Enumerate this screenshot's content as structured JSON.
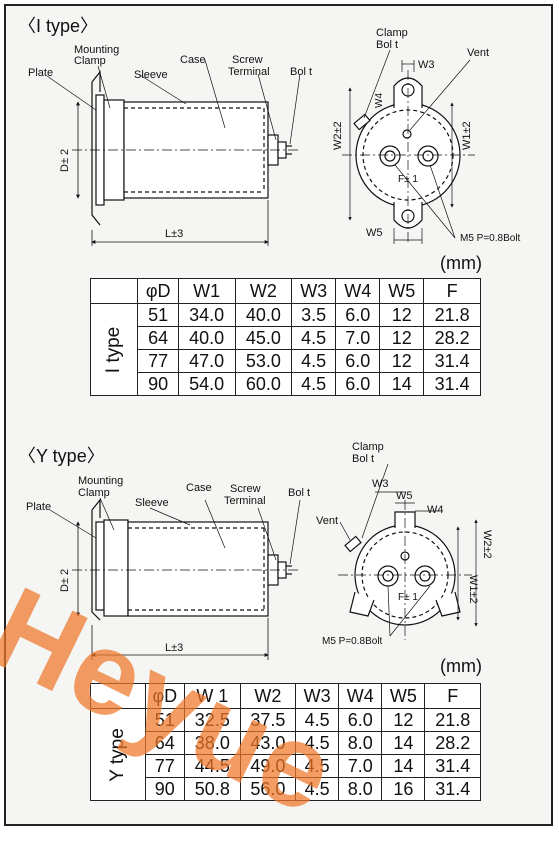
{
  "unit": "(mm)",
  "i_type": {
    "title": "〈I type〉",
    "labels": {
      "mounting_clamp": [
        "Mounting",
        "Clamp"
      ],
      "plate": "Plate",
      "sleeve": "Sleeve",
      "case": "Case",
      "screw_terminal": [
        "Screw",
        "Terminal"
      ],
      "bolt": "Bol t",
      "clamp_bolt": [
        "Clamp",
        "Bol t"
      ],
      "vent": "Vent",
      "w3": "W3",
      "w4": "W4",
      "w2": "W2±2",
      "w1": "W1±2",
      "w5": "W5",
      "f": "F± 1",
      "d": "D± 2",
      "l": "L±3",
      "bolt_spec": "M5 P=0.8Bolt"
    },
    "table": {
      "side_label": "I type",
      "headers": [
        "φD",
        "W1",
        "W2",
        "W3",
        "W4",
        "W5",
        "F"
      ],
      "rows": [
        [
          "51",
          "34.0",
          "40.0",
          "3.5",
          "6.0",
          "12",
          "21.8"
        ],
        [
          "64",
          "40.0",
          "45.0",
          "4.5",
          "7.0",
          "12",
          "28.2"
        ],
        [
          "77",
          "47.0",
          "53.0",
          "4.5",
          "6.0",
          "12",
          "31.4"
        ],
        [
          "90",
          "54.0",
          "60.0",
          "4.5",
          "6.0",
          "14",
          "31.4"
        ]
      ]
    }
  },
  "y_type": {
    "title": "〈Y type〉",
    "labels": {
      "mounting_clamp": [
        "Mounting",
        "Clamp"
      ],
      "plate": "Plate",
      "sleeve": "Sleeve",
      "case": "Case",
      "screw_terminal": [
        "Screw",
        "Terminal"
      ],
      "bolt": "Bol t",
      "clamp_bolt": [
        "Clamp",
        "Bol t"
      ],
      "vent": "Vent",
      "w3": "W3",
      "w4": "W4",
      "w5": "W5",
      "w1": "W1±2",
      "w2": "W2±2",
      "f": "F± 1",
      "d": "D± 2",
      "l": "L±3",
      "bolt_spec": "M5 P=0.8Bolt"
    },
    "table": {
      "side_label": "Y type",
      "headers": [
        "φD",
        "W 1",
        "W2",
        "W3",
        "W4",
        "W5",
        "F"
      ],
      "rows": [
        [
          "51",
          "32.5",
          "37.5",
          "4.5",
          "6.0",
          "12",
          "21.8"
        ],
        [
          "64",
          "38.0",
          "43.0",
          "4.5",
          "8.0",
          "14",
          "28.2"
        ],
        [
          "77",
          "44.5",
          "49.0",
          "4.5",
          "7.0",
          "14",
          "31.4"
        ],
        [
          "90",
          "50.8",
          "56.0",
          "4.5",
          "8.0",
          "16",
          "31.4"
        ]
      ]
    }
  },
  "watermark": "Heyue",
  "colors": {
    "watermark": "#ee7628",
    "frame": "#222222",
    "background": "#f5f5f3"
  }
}
